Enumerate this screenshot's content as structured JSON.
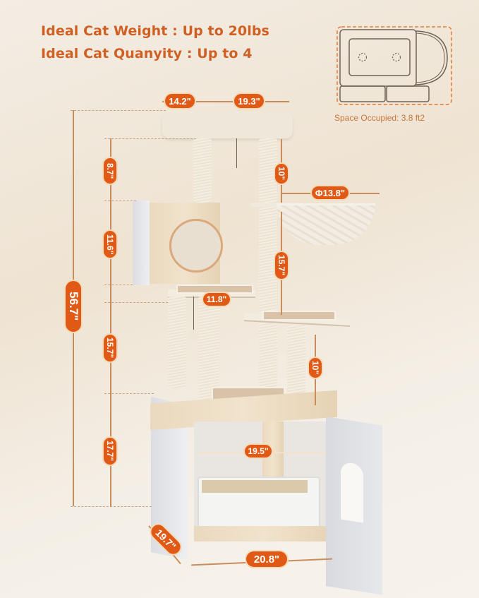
{
  "headline": {
    "weight": "Ideal Cat Weight : Up to 20lbs",
    "quantity": "Ideal Cat Quanyity : Up to 4"
  },
  "footprint": {
    "caption": "Space Occupied: 3.8 ft2",
    "color": "#e07b39"
  },
  "dimensions": {
    "top_perch_depth": "14.2\"",
    "top_perch_width": "19.3\"",
    "total_height": "56.7\"",
    "top_to_condo": "8.7\"",
    "condo_height": "11.6\"",
    "condo_platform_width": "11.8\"",
    "condo_to_base": "15.7\"",
    "base_height": "17.7\"",
    "post_to_hammock": "10\"",
    "hammock_diameter": "Φ13.8\"",
    "hammock_to_platform": "15.7\"",
    "platform_to_base": "10\"",
    "inner_rod_width": "19.5\"",
    "base_depth": "19.7\"",
    "base_width": "20.8\""
  },
  "colors": {
    "accent": "#e05a16",
    "headline": "#cf5f22",
    "dimension_line": "#c98d5c"
  }
}
